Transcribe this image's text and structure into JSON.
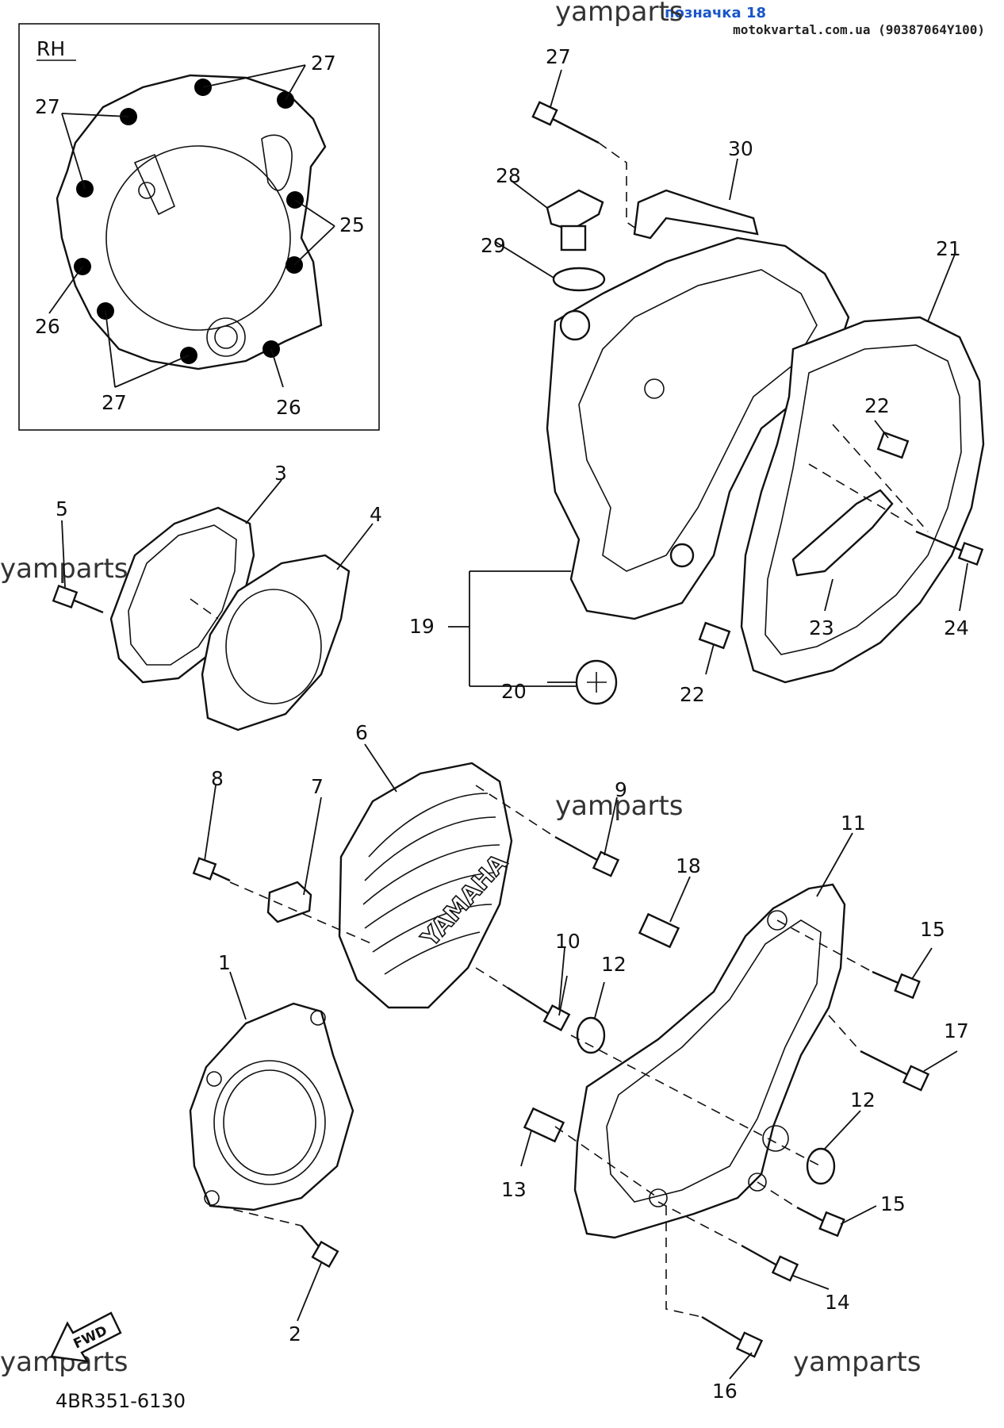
{
  "header": {
    "tag": "позначка 18",
    "site": "motokvartal.com.ua (90387064Y100)"
  },
  "watermark": "yamparts",
  "inset": {
    "title": "RH"
  },
  "fwd_label": "FWD",
  "emblem_text": "YAMAHA",
  "diagram_code": "4BR351-6130",
  "callouts": {
    "c1": "1",
    "c2": "2",
    "c3": "3",
    "c4": "4",
    "c5": "5",
    "c6": "6",
    "c7": "7",
    "c8": "8",
    "c9": "9",
    "c10": "10",
    "c11": "11",
    "c12a": "12",
    "c12b": "12",
    "c13": "13",
    "c14": "14",
    "c15a": "15",
    "c15b": "15",
    "c16": "16",
    "c17": "17",
    "c18": "18",
    "c19": "19",
    "c20": "20",
    "c21": "21",
    "c22a": "22",
    "c22b": "22",
    "c23": "23",
    "c24": "24",
    "c27top": "27",
    "c28": "28",
    "c29": "29",
    "c30": "30",
    "i27tr": "27",
    "i27tl": "27",
    "i25": "25",
    "i26l": "26",
    "i27b": "27",
    "i26b": "26"
  }
}
